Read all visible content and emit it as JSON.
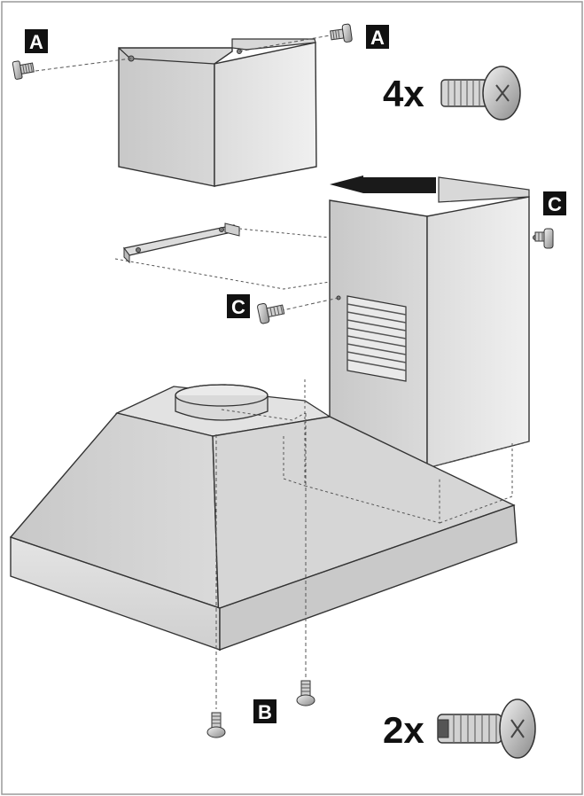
{
  "labels": {
    "a_left": "A",
    "a_right": "A",
    "b": "B",
    "c_left": "C",
    "c_right": "C"
  },
  "counts": {
    "top": "4x",
    "bottom": "2x"
  },
  "colors": {
    "panel_light": "#e6e6e6",
    "panel_mid": "#cfcfcf",
    "panel_dark": "#b5b5b5",
    "outline": "#333333",
    "label_bg": "#111111",
    "label_fg": "#ffffff",
    "arrow": "#1a1a1a"
  }
}
